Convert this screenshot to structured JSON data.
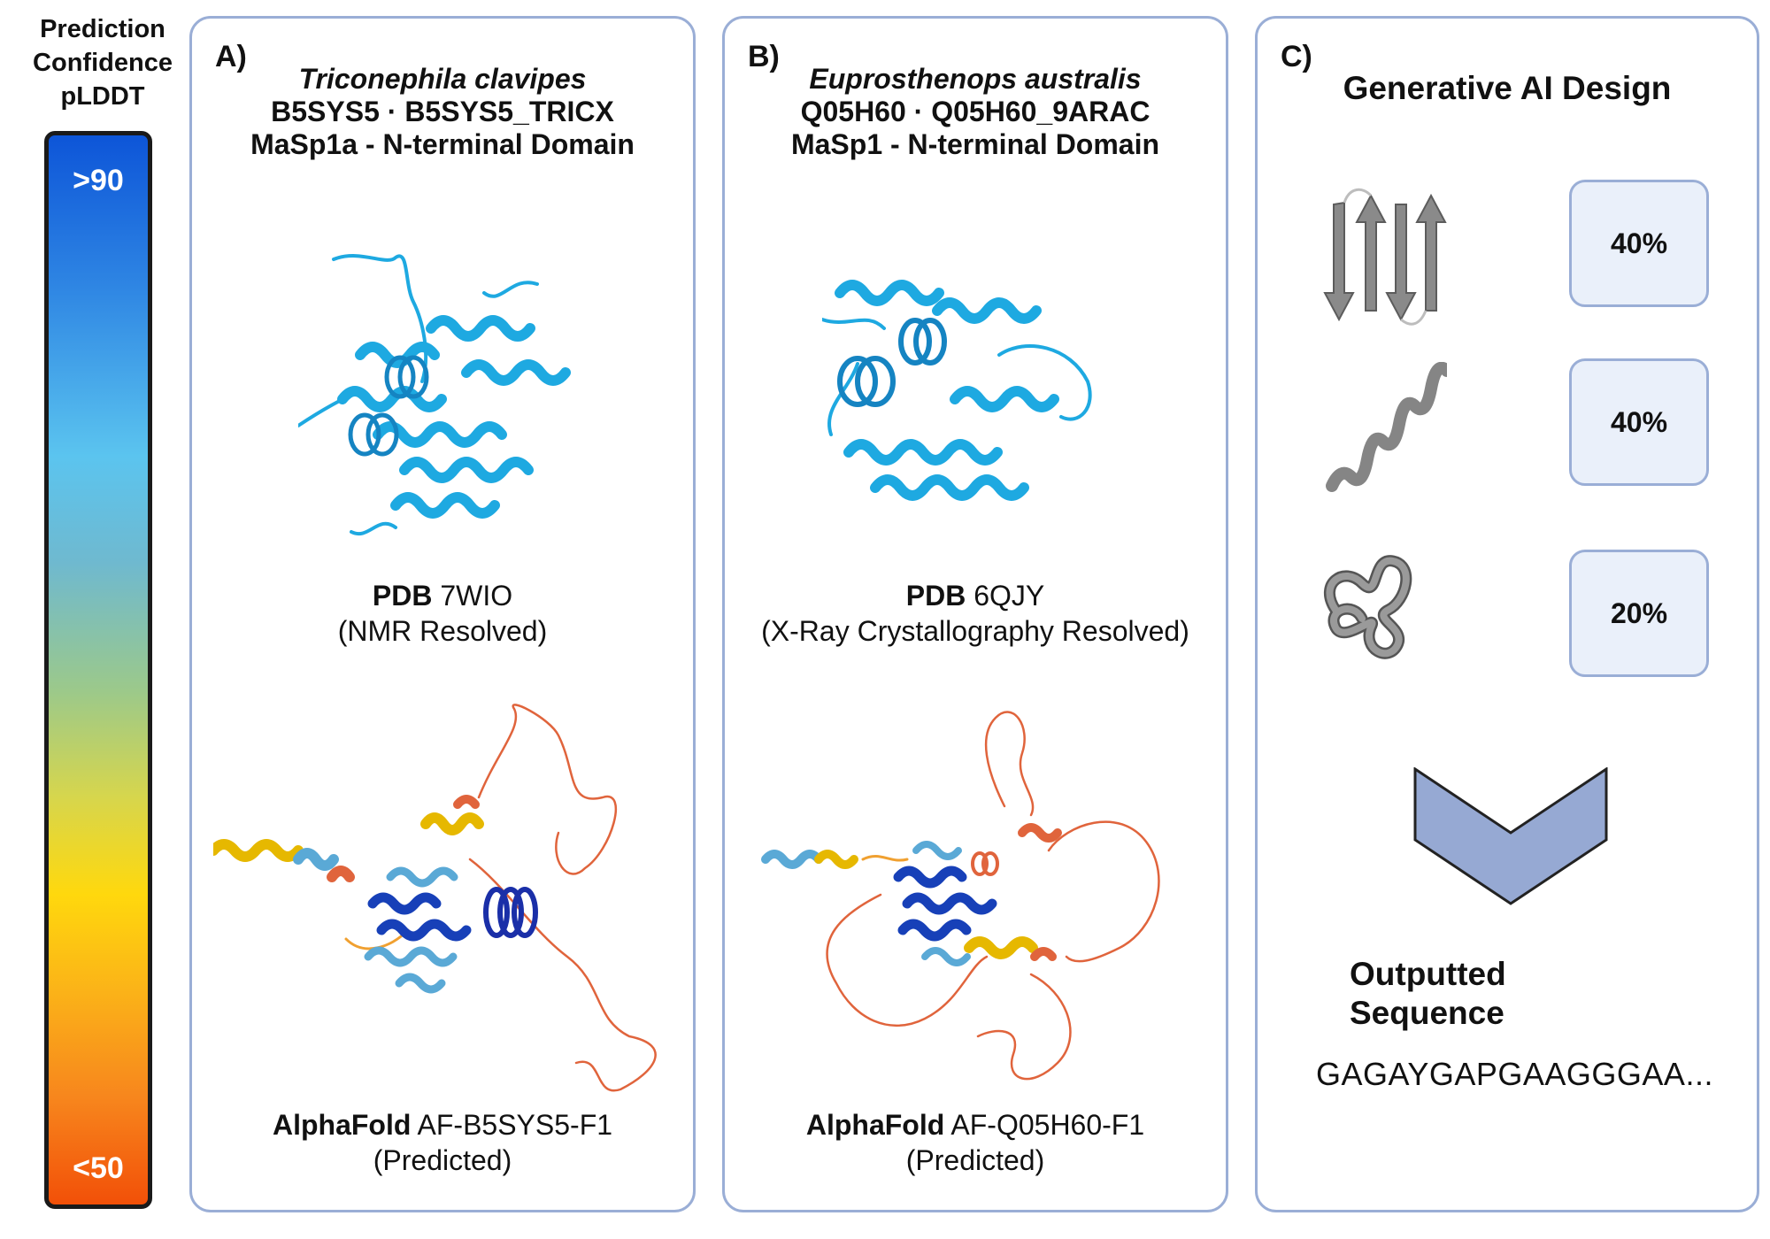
{
  "legend": {
    "title_lines": [
      "Prediction",
      "Confidence",
      "pLDDT"
    ],
    "high_label": ">90",
    "low_label": "<50",
    "gradient_colors": [
      "#0d55d8",
      "#5bc4ef",
      "#9cc98a",
      "#ffd80d",
      "#f7861d",
      "#f25008"
    ]
  },
  "panel_a": {
    "letter": "A)",
    "species": "Triconephila clavipes",
    "accession": "B5SYS5 · B5SYS5_TRICX",
    "domain": "MaSp1a - N-terminal Domain",
    "pdb_label": "PDB",
    "pdb_id": "7WIO",
    "pdb_method": "(NMR Resolved)",
    "af_label": "AlphaFold",
    "af_id": "AF-B5SYS5-F1",
    "af_status": "(Predicted)"
  },
  "panel_b": {
    "letter": "B)",
    "species": "Euprosthenops australis",
    "accession": "Q05H60 · Q05H60_9ARAC",
    "domain": "MaSp1 - N-terminal Domain",
    "pdb_label": "PDB",
    "pdb_id": "6QJY",
    "pdb_method": "(X-Ray Crystallography Resolved)",
    "af_label": "AlphaFold",
    "af_id": "AF-Q05H60-F1",
    "af_status": "(Predicted)"
  },
  "panel_c": {
    "letter": "C)",
    "title": "Generative AI Design",
    "composition": [
      {
        "structure": "beta-sheet-icon",
        "percent": "40%"
      },
      {
        "structure": "alpha-helix-icon",
        "percent": "40%"
      },
      {
        "structure": "random-coil-icon",
        "percent": "20%"
      }
    ],
    "output_title_lines": [
      "Outputted",
      "Sequence"
    ],
    "output_sequence": "GAGAYGAPGAAGGGAA...",
    "accent_color": "#96a9d3"
  },
  "colors": {
    "panel_border": "#9aaed6",
    "pdb_structure": "#1ea9e1",
    "arrow_fill": "#96a9d3",
    "secondary_structure": "#8a8a8a"
  }
}
